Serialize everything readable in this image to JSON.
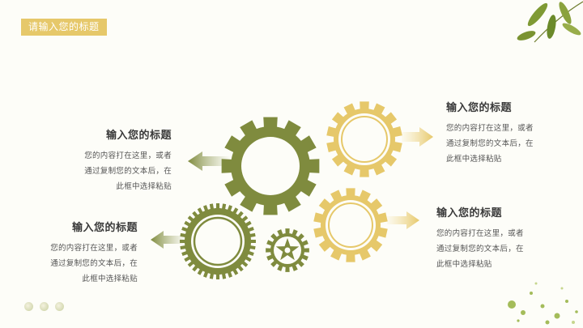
{
  "slide": {
    "title_tag": "请输入您的标题",
    "items": [
      {
        "title": "输入您的标题",
        "lines": [
          "您的内容打在这里，或者",
          "通过复制您的文本后，在",
          "此框中选择粘贴"
        ]
      },
      {
        "title": "输入您的标题",
        "lines": [
          "您的内容打在这里，或者",
          "通过复制您的文本后，在",
          "此框中选择粘贴"
        ]
      },
      {
        "title": "输入您的标题",
        "lines": [
          "您的内容打在这里，或者",
          "通过复制您的文本后，在",
          "此框中选择粘贴"
        ]
      },
      {
        "title": "输入您的标题",
        "lines": [
          "您的内容打在这里，或者",
          "通过复制您的文本后，在",
          "此框中选择粘贴"
        ]
      }
    ]
  },
  "colors": {
    "olive": "#7f8b3e",
    "gold": "#e6c86a",
    "tag_bg": "#e6c86a"
  },
  "icons": [
    "leaf-branch-icon",
    "paint-splatter-icon",
    "arrow-left-icon",
    "arrow-right-icon",
    "gear-icon"
  ]
}
